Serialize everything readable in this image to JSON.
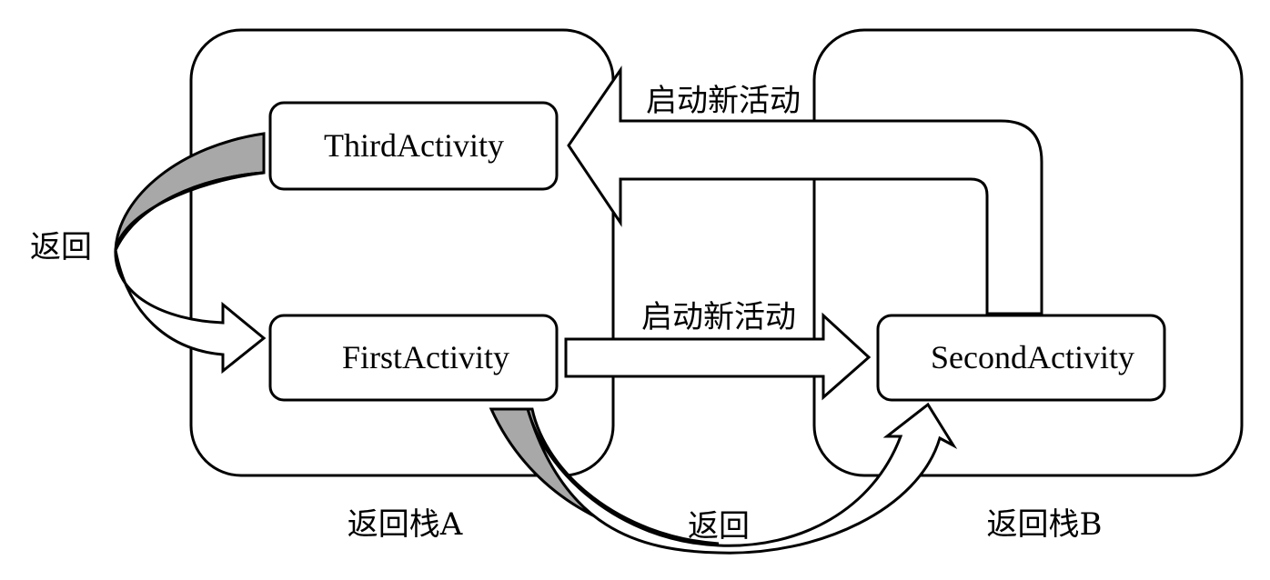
{
  "stacks": {
    "a_label": "返回栈A",
    "b_label": "返回栈B"
  },
  "activities": {
    "third": "ThirdActivity",
    "first": "FirstActivity",
    "second": "SecondActivity"
  },
  "arrows": {
    "start_new_top": "启动新活动",
    "start_new_middle": "启动新活动",
    "back_left": "返回",
    "back_bottom": "返回"
  }
}
